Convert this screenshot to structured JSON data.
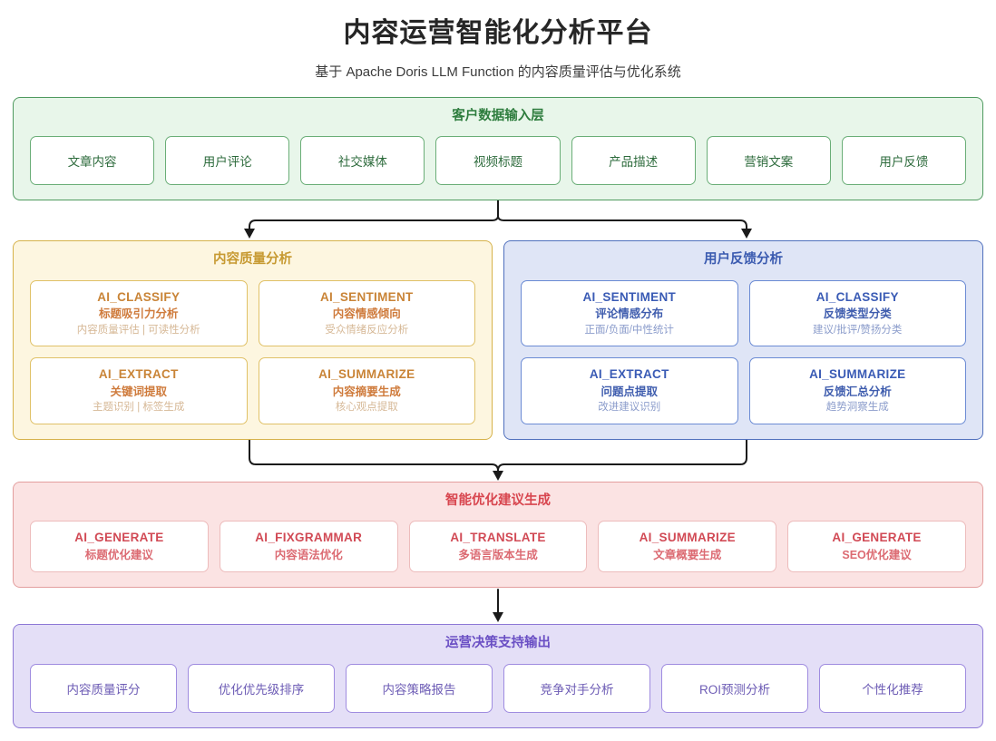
{
  "header": {
    "title": "内容运营智能化分析平台",
    "subtitle": "基于 Apache Doris LLM Function 的内容质量评估与优化系统"
  },
  "colors": {
    "green_bg": "#e8f6ea",
    "green_border": "#4f9a5f",
    "green_text": "#2e7d3e",
    "yellow_bg": "#fdf6e0",
    "yellow_border": "#d6b24a",
    "yellow_text": "#c79a32",
    "blue_bg": "#dfe5f6",
    "blue_border": "#5070bd",
    "blue_text": "#3b5bb0",
    "pink_bg": "#fbe3e3",
    "pink_border": "#e39e9e",
    "pink_text": "#d8464f",
    "purple_bg": "#e4dff7",
    "purple_border": "#8d78d6",
    "purple_text": "#6a4fc4",
    "connector": "#1a1a1a",
    "page_bg": "#ffffff"
  },
  "input_layer": {
    "title": "客户数据输入层",
    "items": [
      {
        "label": "文章内容"
      },
      {
        "label": "用户评论"
      },
      {
        "label": "社交媒体"
      },
      {
        "label": "视频标题"
      },
      {
        "label": "产品描述"
      },
      {
        "label": "营销文案"
      },
      {
        "label": "用户反馈"
      }
    ]
  },
  "content_quality": {
    "title": "内容质量分析",
    "cards": [
      {
        "fn": "AI_CLASSIFY",
        "desc": "标题吸引力分析",
        "sub": "内容质量评估 | 可读性分析"
      },
      {
        "fn": "AI_SENTIMENT",
        "desc": "内容情感倾向",
        "sub": "受众情绪反应分析"
      },
      {
        "fn": "AI_EXTRACT",
        "desc": "关键词提取",
        "sub": "主题识别 | 标签生成"
      },
      {
        "fn": "AI_SUMMARIZE",
        "desc": "内容摘要生成",
        "sub": "核心观点提取"
      }
    ]
  },
  "feedback_analysis": {
    "title": "用户反馈分析",
    "cards": [
      {
        "fn": "AI_SENTIMENT",
        "desc": "评论情感分布",
        "sub": "正面/负面/中性统计"
      },
      {
        "fn": "AI_CLASSIFY",
        "desc": "反馈类型分类",
        "sub": "建议/批评/赞扬分类"
      },
      {
        "fn": "AI_EXTRACT",
        "desc": "问题点提取",
        "sub": "改进建议识别"
      },
      {
        "fn": "AI_SUMMARIZE",
        "desc": "反馈汇总分析",
        "sub": "趋势洞察生成"
      }
    ]
  },
  "optimization": {
    "title": "智能优化建议生成",
    "cards": [
      {
        "fn": "AI_GENERATE",
        "desc": "标题优化建议"
      },
      {
        "fn": "AI_FIXGRAMMAR",
        "desc": "内容语法优化"
      },
      {
        "fn": "AI_TRANSLATE",
        "desc": "多语言版本生成"
      },
      {
        "fn": "AI_SUMMARIZE",
        "desc": "文章概要生成"
      },
      {
        "fn": "AI_GENERATE",
        "desc": "SEO优化建议"
      }
    ]
  },
  "output_layer": {
    "title": "运营决策支持输出",
    "items": [
      {
        "label": "内容质量评分"
      },
      {
        "label": "优化优先级排序"
      },
      {
        "label": "内容策略报告"
      },
      {
        "label": "竞争对手分析"
      },
      {
        "label": "ROI预测分析"
      },
      {
        "label": "个性化推荐"
      }
    ]
  }
}
